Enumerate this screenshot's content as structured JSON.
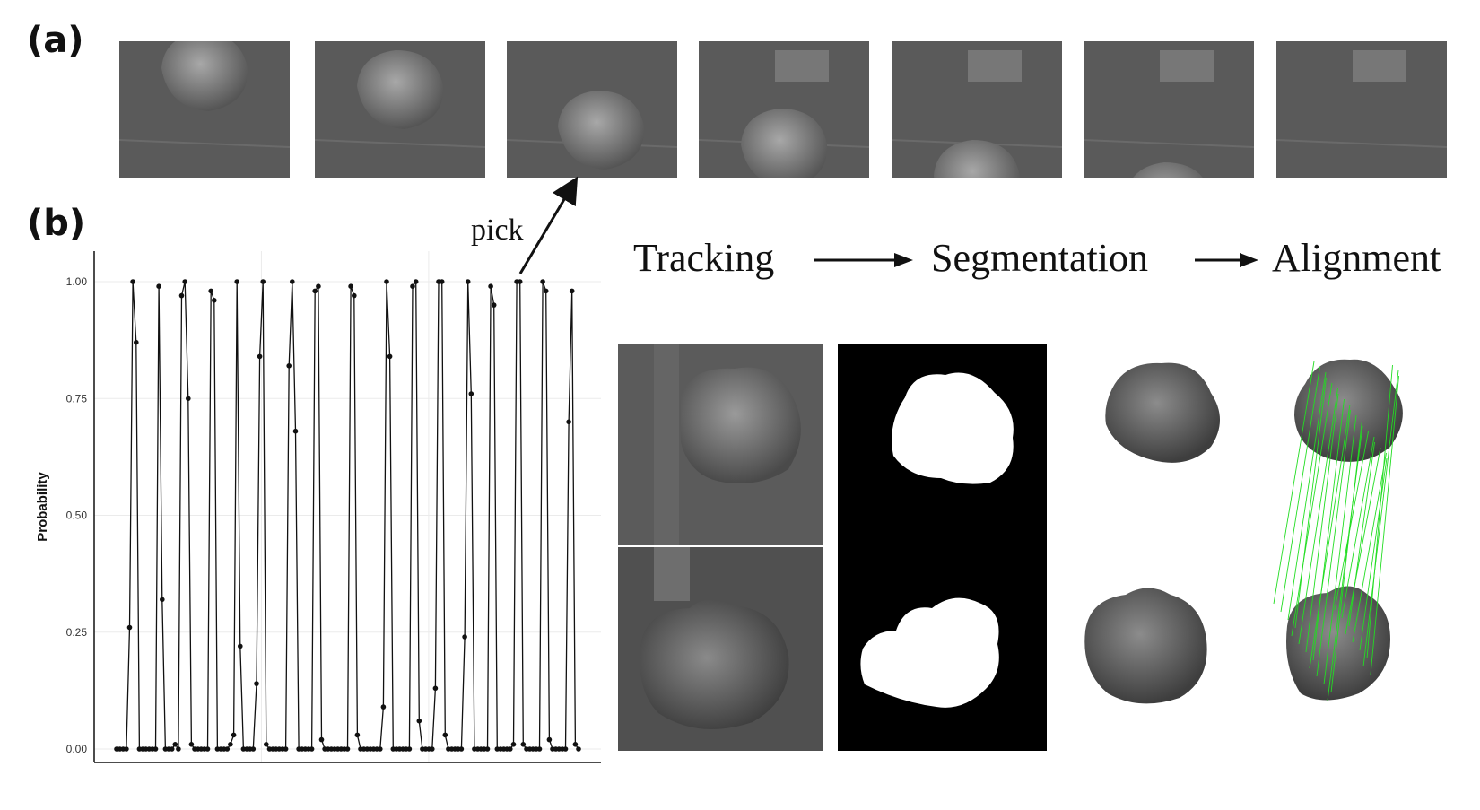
{
  "panels": {
    "a": "(a)",
    "b": "(b)"
  },
  "pick_label": "pick",
  "pipeline": {
    "stages": [
      "Tracking",
      "Segmentation",
      "Alignment"
    ]
  },
  "frames": [
    {
      "name": "frame-1"
    },
    {
      "name": "frame-2"
    },
    {
      "name": "frame-3"
    },
    {
      "name": "frame-4"
    },
    {
      "name": "frame-5"
    },
    {
      "name": "frame-6"
    },
    {
      "name": "frame-7"
    }
  ],
  "colors": {
    "line": "#111111",
    "grid": "#ebebeb",
    "match_lines": "#22dd22",
    "frame_bg": "#5a5a5a",
    "mask_bg": "#000000",
    "mask_fg": "#ffffff"
  },
  "chart_data": {
    "type": "line",
    "title": "",
    "xlabel": "",
    "ylabel": "Probability",
    "ylim": [
      0,
      1.05
    ],
    "yticks": [
      "0.00",
      "0.25",
      "0.50",
      "0.75",
      "1.00"
    ],
    "xticks_visible": false,
    "grid": true,
    "series": [
      {
        "markers": true,
        "values": [
          0.0,
          0.0,
          0.0,
          0.0,
          0.26,
          1.0,
          0.87,
          0.0,
          0.0,
          0.0,
          0.0,
          0.0,
          0.0,
          0.99,
          0.32,
          0.0,
          0.0,
          0.0,
          0.01,
          0.0,
          0.97,
          1.0,
          0.75,
          0.01,
          0.0,
          0.0,
          0.0,
          0.0,
          0.0,
          0.98,
          0.96,
          0.0,
          0.0,
          0.0,
          0.0,
          0.01,
          0.03,
          1.0,
          0.22,
          0.0,
          0.0,
          0.0,
          0.0,
          0.14,
          0.84,
          1.0,
          0.01,
          0.0,
          0.0,
          0.0,
          0.0,
          0.0,
          0.0,
          0.82,
          1.0,
          0.68,
          0.0,
          0.0,
          0.0,
          0.0,
          0.0,
          0.98,
          0.99,
          0.02,
          0.0,
          0.0,
          0.0,
          0.0,
          0.0,
          0.0,
          0.0,
          0.0,
          0.99,
          0.97,
          0.03,
          0.0,
          0.0,
          0.0,
          0.0,
          0.0,
          0.0,
          0.0,
          0.09,
          1.0,
          0.84,
          0.0,
          0.0,
          0.0,
          0.0,
          0.0,
          0.0,
          0.99,
          1.0,
          0.06,
          0.0,
          0.0,
          0.0,
          0.0,
          0.13,
          1.0,
          1.0,
          0.03,
          0.0,
          0.0,
          0.0,
          0.0,
          0.0,
          0.24,
          1.0,
          0.76,
          0.0,
          0.0,
          0.0,
          0.0,
          0.0,
          0.99,
          0.95,
          0.0,
          0.0,
          0.0,
          0.0,
          0.0,
          0.01,
          1.0,
          1.0,
          0.01,
          0.0,
          0.0,
          0.0,
          0.0,
          0.0,
          1.0,
          0.98,
          0.02,
          0.0,
          0.0,
          0.0,
          0.0,
          0.0,
          0.7,
          0.98,
          0.01,
          0.0
        ]
      }
    ]
  }
}
